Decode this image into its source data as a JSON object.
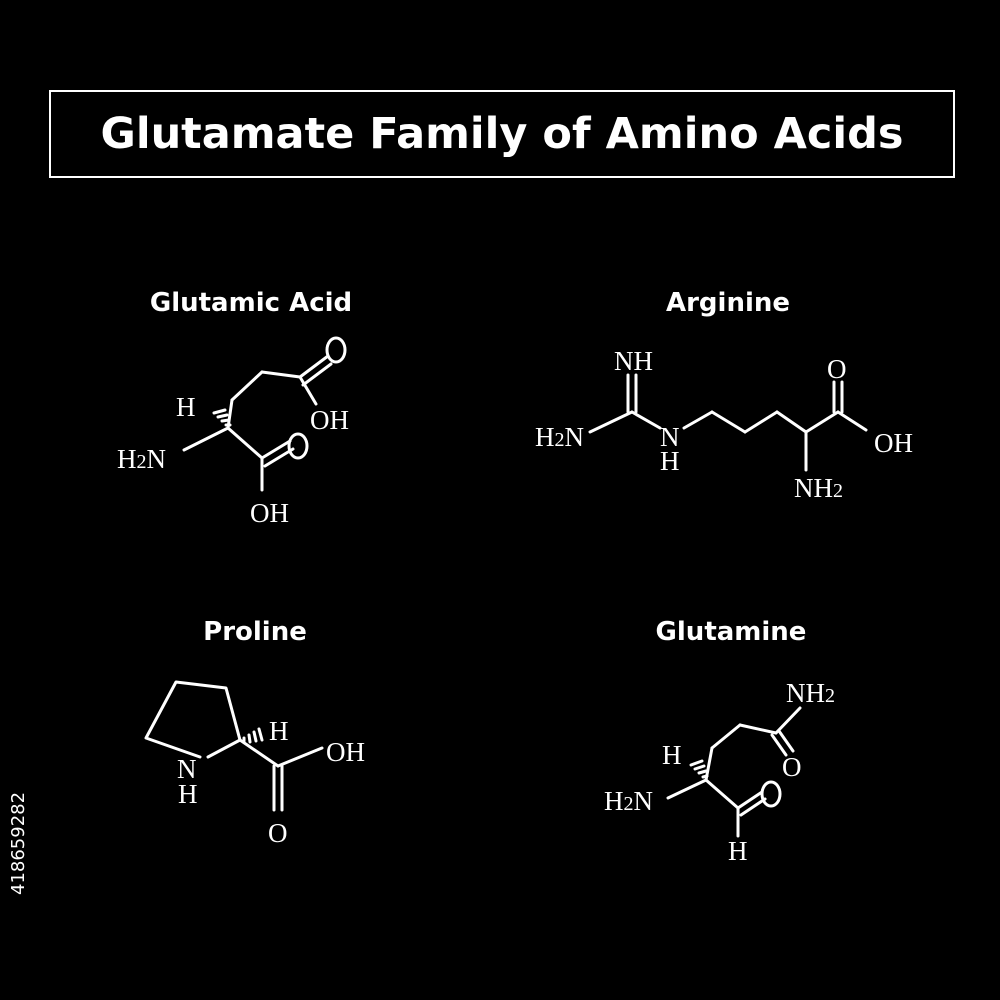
{
  "title": "Glutamate Family of Amino Acids",
  "molecules": {
    "glutamic_acid": {
      "name": "Glutamic Acid",
      "labels": {
        "h": "H",
        "h2n": "H2N",
        "o": "O",
        "oh_side": "OH",
        "oh_main": "OH",
        "o2": "O"
      }
    },
    "arginine": {
      "name": "Arginine",
      "labels": {
        "nh": "NH",
        "h2n": "H2N",
        "n": "N",
        "h": "H",
        "o": "O",
        "oh": "OH",
        "nh2": "NH2"
      }
    },
    "proline": {
      "name": "Proline",
      "labels": {
        "n": "N",
        "nh_h": "H",
        "h": "H",
        "oh": "OH",
        "o": "O"
      }
    },
    "glutamine": {
      "name": "Glutamine",
      "labels": {
        "nh2": "NH2",
        "o_amide": "O",
        "h": "H",
        "h2n": "H2N",
        "o": "O",
        "h_ald": "H"
      }
    }
  },
  "watermark_id": "418659282",
  "colors": {
    "background": "#000000",
    "foreground": "#ffffff"
  }
}
